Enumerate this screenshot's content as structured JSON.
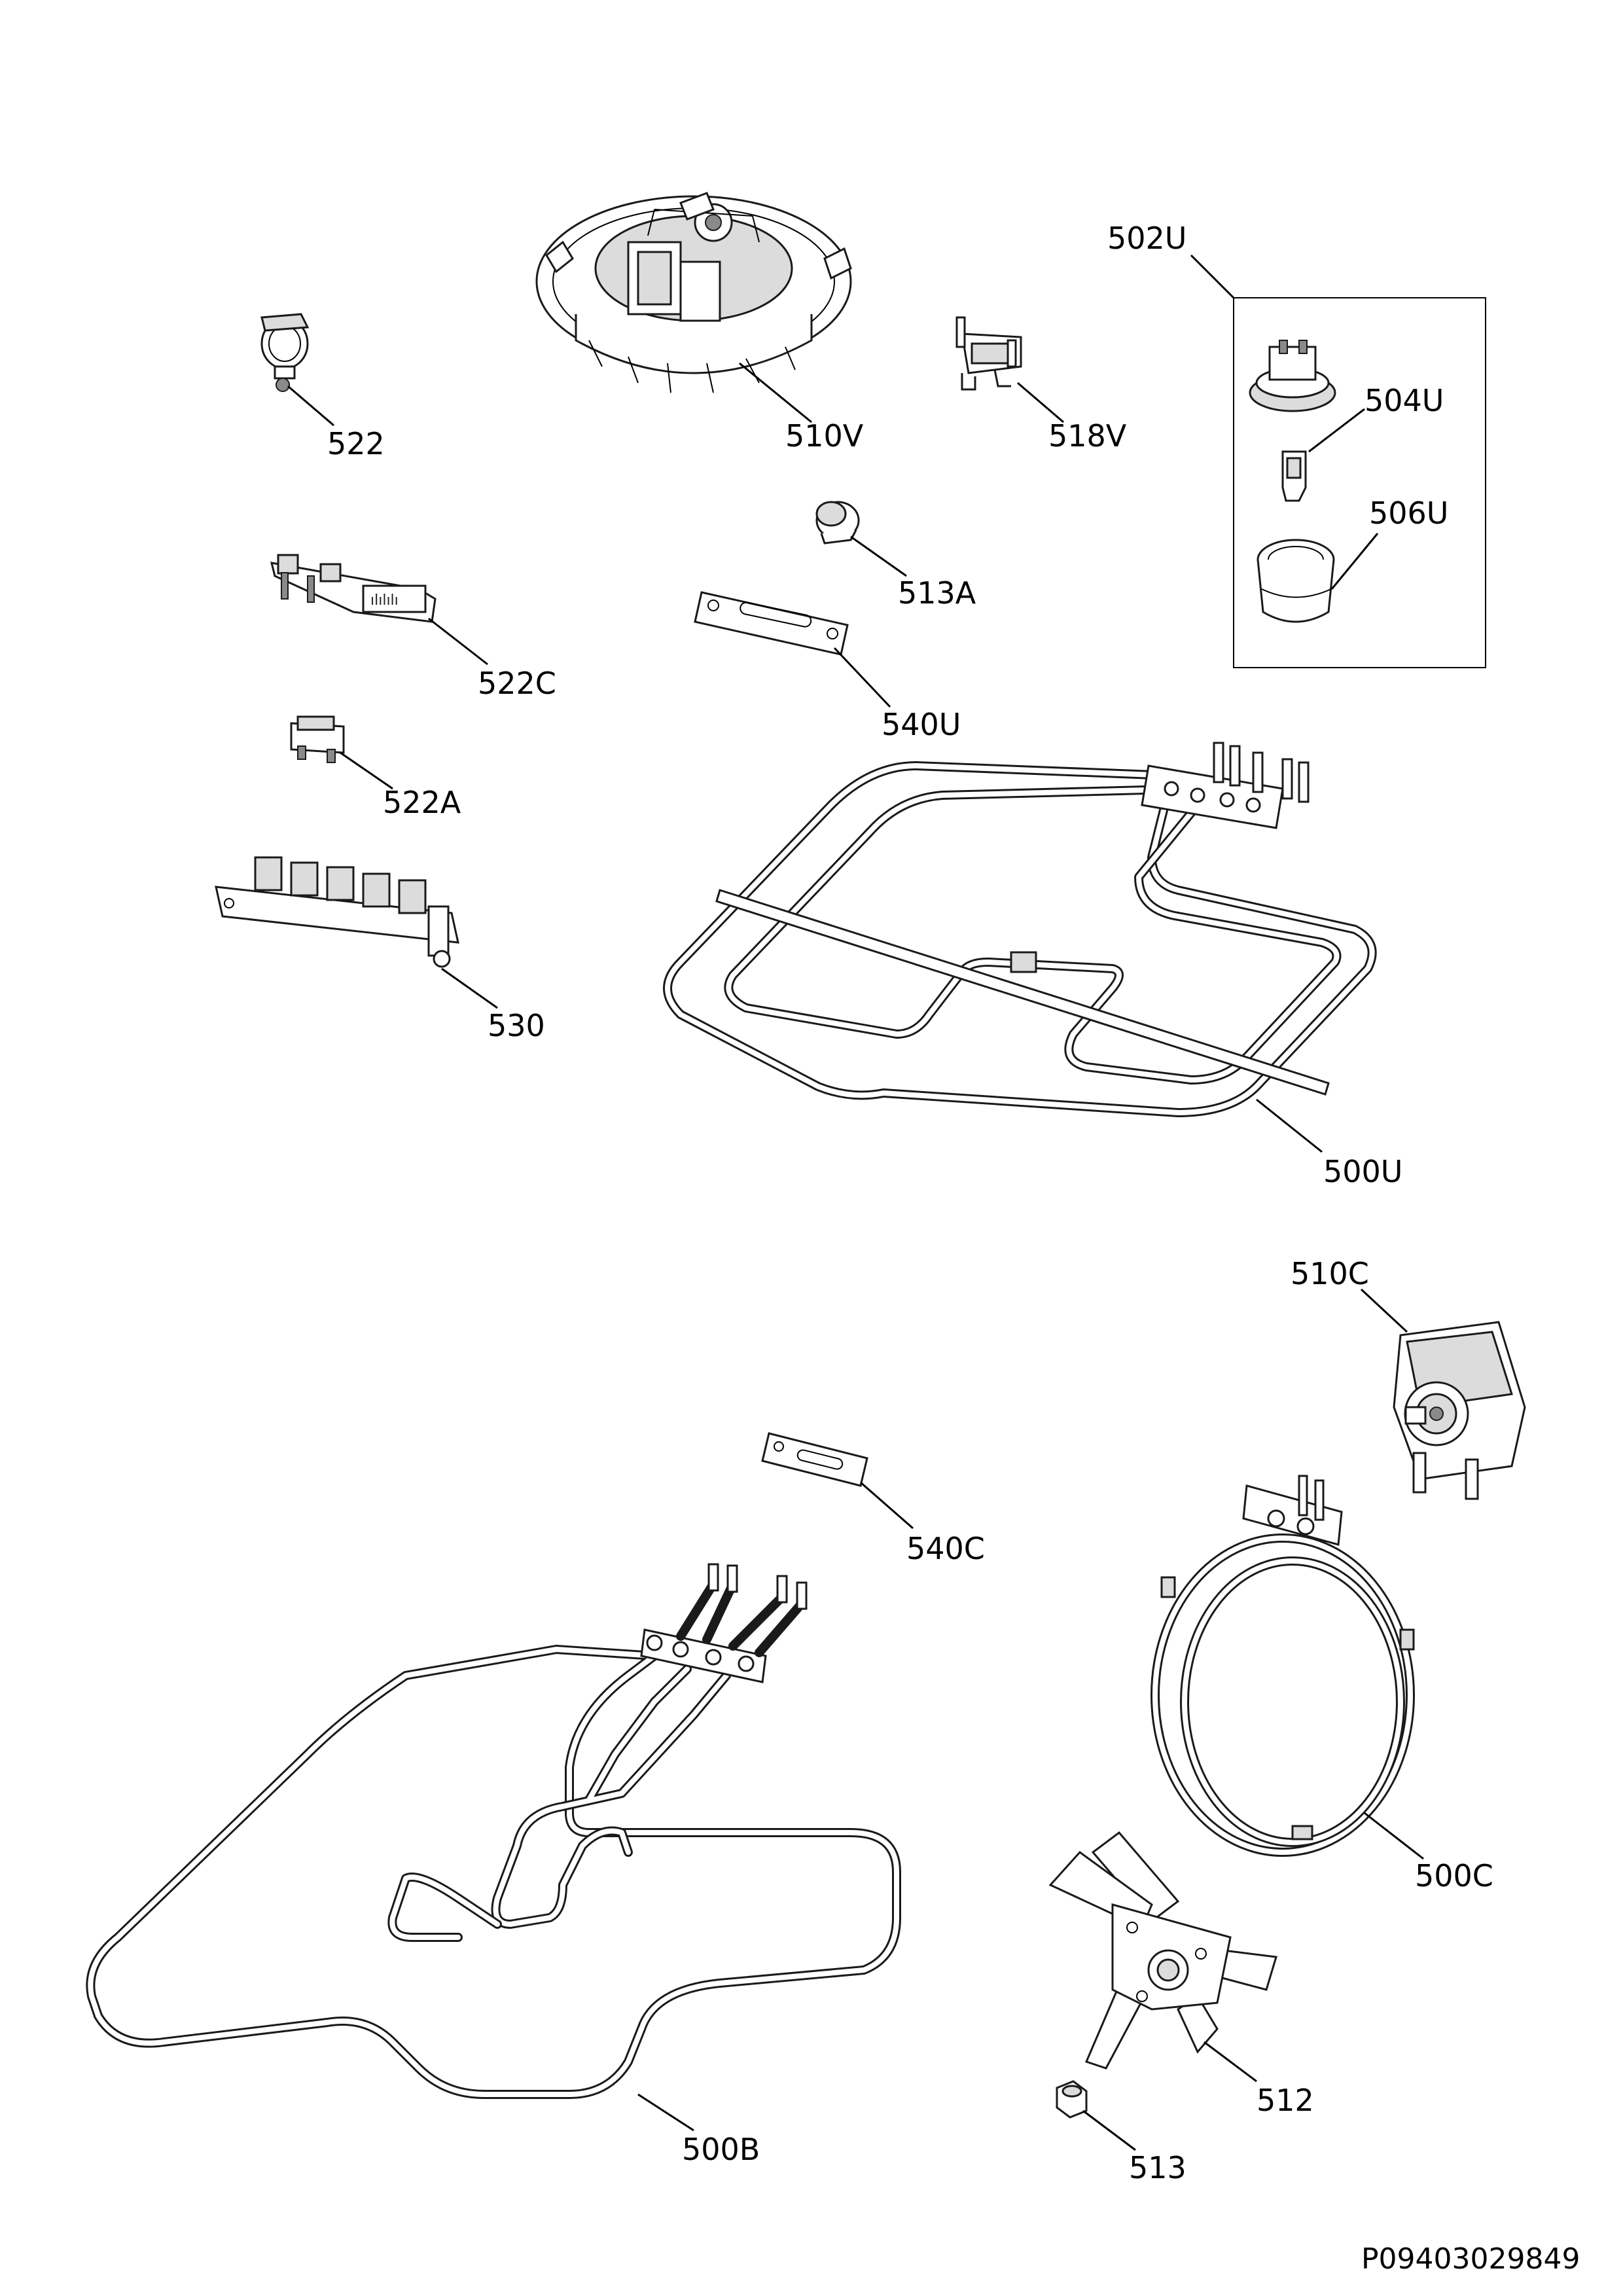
{
  "labels": {
    "p502U": "502U",
    "p504U": "504U",
    "p506U": "506U",
    "p510V": "510V",
    "p518V": "518V",
    "p522": "522",
    "p522C": "522C",
    "p522A": "522A",
    "p530": "530",
    "p513A": "513A",
    "p540U": "540U",
    "p500U": "500U",
    "p510C": "510C",
    "p540C": "540C",
    "p500C": "500C",
    "p500B": "500B",
    "p512": "512",
    "p513": "513"
  },
  "drawing_code": "P09403029849"
}
